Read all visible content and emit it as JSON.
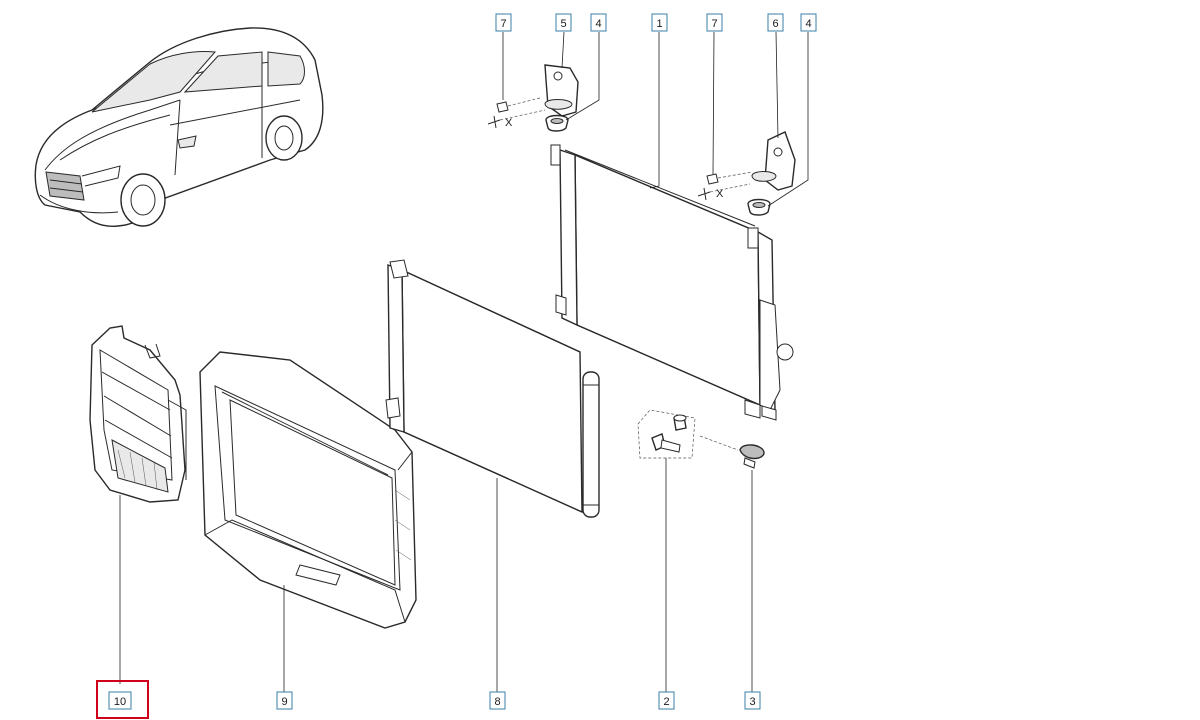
{
  "callouts": [
    {
      "id": "c7a",
      "label": "7"
    },
    {
      "id": "c5",
      "label": "5"
    },
    {
      "id": "c4a",
      "label": "4"
    },
    {
      "id": "c1",
      "label": "1"
    },
    {
      "id": "c7b",
      "label": "7"
    },
    {
      "id": "c6",
      "label": "6"
    },
    {
      "id": "c4b",
      "label": "4"
    },
    {
      "id": "c10",
      "label": "10"
    },
    {
      "id": "c9",
      "label": "9"
    },
    {
      "id": "c8",
      "label": "8"
    },
    {
      "id": "c2",
      "label": "2"
    },
    {
      "id": "c3",
      "label": "3"
    }
  ],
  "mark_x": "X",
  "highlight": {
    "label": "10",
    "color": "#d0021b"
  },
  "colors": {
    "callout_border": "#3a7fa8",
    "line": "#2a2a2a"
  }
}
